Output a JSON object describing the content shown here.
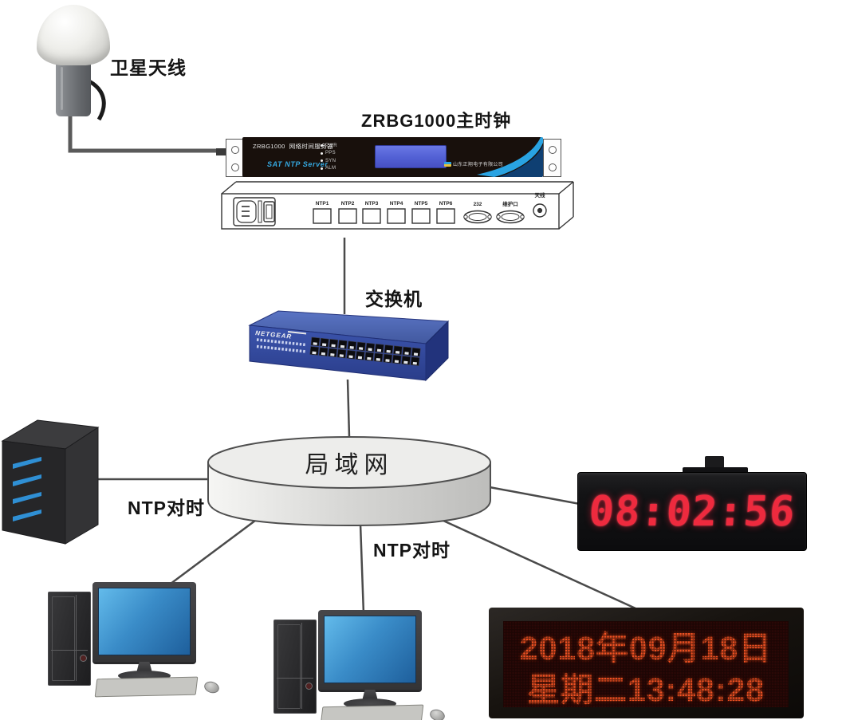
{
  "labels": {
    "satellite_antenna": "卫星天线",
    "master_clock_title": "ZRBG1000主时钟",
    "switch_label": "交换机",
    "lan_label": "局域网",
    "ntp_sync_left": "NTP对时",
    "ntp_sync_center": "NTP对时"
  },
  "front_panel": {
    "model": "ZRBG1000",
    "device_name": "网络时间服务器",
    "subtitle": "SAT NTP Server",
    "leds": [
      "PWR",
      "PPS",
      "SYN",
      "ALM"
    ],
    "brand": "山东正翔电子有限公司"
  },
  "rear_panel": {
    "ntp_ports": [
      "NTP1",
      "NTP2",
      "NTP3",
      "NTP4",
      "NTP5",
      "NTP6"
    ],
    "serial_label": "232",
    "maintenance_label": "维护口",
    "antenna_label": "天线"
  },
  "switch": {
    "brand": "NETGEAR"
  },
  "led_clock": {
    "time": "08:02:56"
  },
  "led_display": {
    "line1": "2018年09月18日",
    "line2": "星期二13:48:28"
  },
  "colors": {
    "accent_blue": "#2196d6",
    "clock_red": "#ee2a3e",
    "display_orange": "#f05122",
    "switch_blue": "#3450a4"
  }
}
